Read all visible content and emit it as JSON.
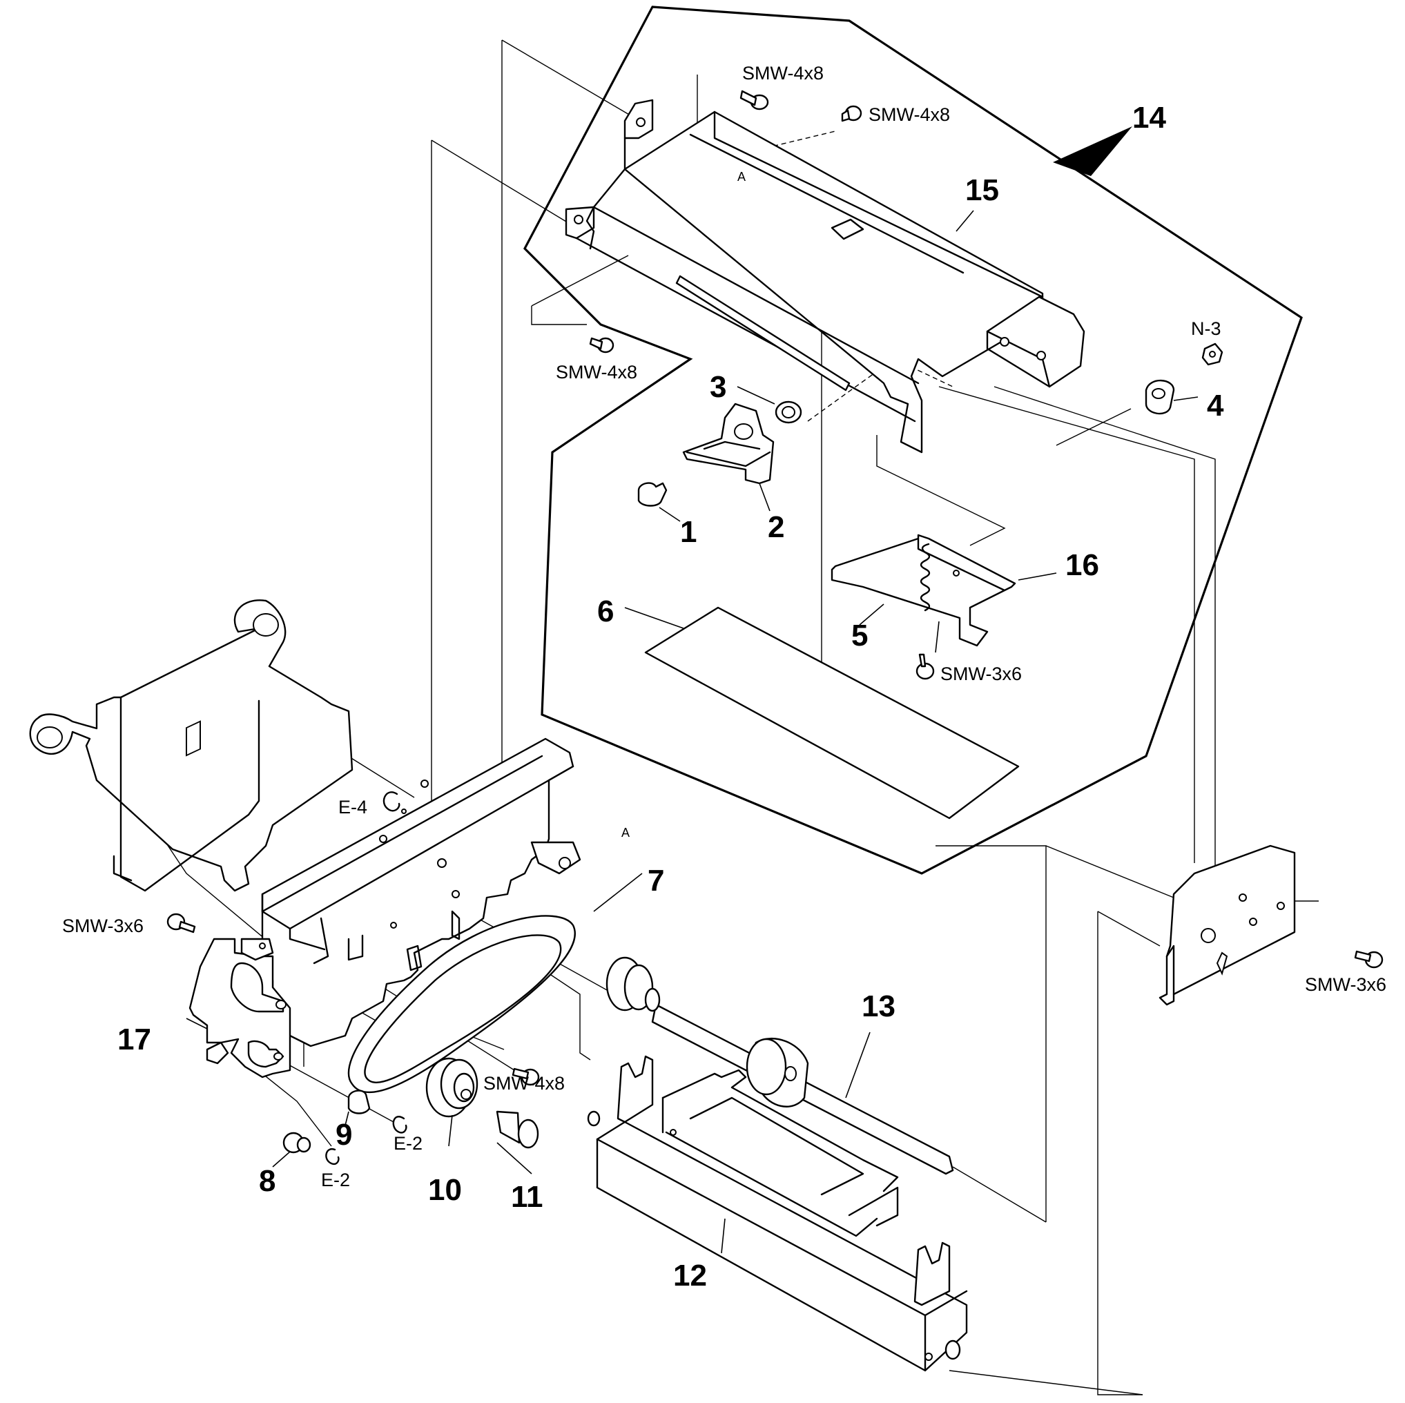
{
  "callouts": {
    "c1": "1",
    "c2": "2",
    "c3": "3",
    "c4": "4",
    "c5": "5",
    "c6": "6",
    "c7": "7",
    "c8": "8",
    "c9": "9",
    "c10": "10",
    "c11": "11",
    "c12": "12",
    "c13": "13",
    "c14": "14",
    "c15": "15",
    "c16": "16",
    "c17": "17"
  },
  "fasteners": {
    "smw48_top": "SMW-4x8",
    "smw48_top2": "SMW-4x8",
    "smw48_left": "SMW-4x8",
    "smw48_mid": "SMW-4x8",
    "smw36_sub": "SMW-3x6",
    "smw36_left": "SMW-3x6",
    "smw36_right": "SMW-3x6",
    "n3": "N-3",
    "e4": "E-4",
    "e2_a": "E-2",
    "e2_b": "E-2"
  },
  "ref_marks": {
    "a_top": "A",
    "a_bottom": "A"
  }
}
